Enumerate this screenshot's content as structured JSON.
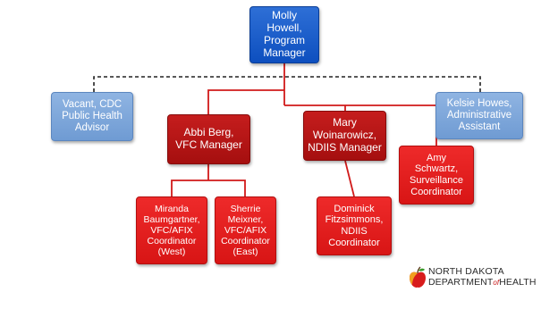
{
  "org_chart": {
    "manager": {
      "label": "Molly\nHowell,\nProgram\nManager"
    },
    "staff": {
      "cdc_advisor": {
        "label": "Vacant, CDC\nPublic Health\nAdvisor"
      },
      "admin_assistant": {
        "label": "Kelsie Howes,\nAdministrative\nAssistant"
      }
    },
    "managers": {
      "vfc": {
        "label": "Abbi Berg,\nVFC Manager"
      },
      "ndiis": {
        "label": "Mary\nWoinarowicz,\nNDIIS Manager"
      },
      "surveillance": {
        "label": "Amy\nSchwartz,\nSurveillance\nCoordinator"
      }
    },
    "coordinators": {
      "vfc_afix_west": {
        "label": "Miranda\nBaumgartner,\nVFC/AFIX\nCoordinator\n(West)"
      },
      "vfc_afix_east": {
        "label": "Sherrie\nMeixner,\nVFC/AFIX\nCoordinator\n(East)"
      },
      "ndiis": {
        "label": "Dominick\nFitzsimmons,\nNDIIS\nCoordinator"
      }
    }
  },
  "logo": {
    "line1": "NORTH DAKOTA",
    "line2_start": "DEPARTMENT",
    "line2_of": "of",
    "line2_end": "HEALTH"
  },
  "colors": {
    "manager_blue": "#0d4fbf",
    "staff_blue": "#7aa3d8",
    "manager_red": "#b01313",
    "coordinator_red": "#e01b1b",
    "connector_red": "#d11a1a",
    "connector_dashed": "#222222"
  }
}
